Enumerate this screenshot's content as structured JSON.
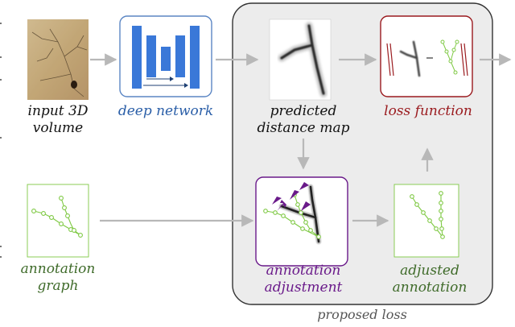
{
  "nodes": {
    "input_volume": {
      "lines": [
        "input 3D",
        "volume"
      ]
    },
    "deep_network": {
      "lines": [
        "deep network"
      ]
    },
    "predicted_distance_map": {
      "lines": [
        "predicted",
        "distance map"
      ]
    },
    "loss_function": {
      "lines": [
        "loss function"
      ]
    },
    "annotation_graph": {
      "lines": [
        "annotation",
        "graph"
      ]
    },
    "annotation_adjustment": {
      "lines": [
        "annotation",
        "adjustment"
      ]
    },
    "adjusted_annotation": {
      "lines": [
        "adjusted",
        "annotation"
      ]
    }
  },
  "group": {
    "label": "proposed loss"
  },
  "colors": {
    "network": "#5b86c4",
    "loss": "#9a1a1e",
    "graph": "#7fc944",
    "adjustment": "#6a1a8a",
    "arrow": "#b8b8b8",
    "group_border": "#333333"
  }
}
